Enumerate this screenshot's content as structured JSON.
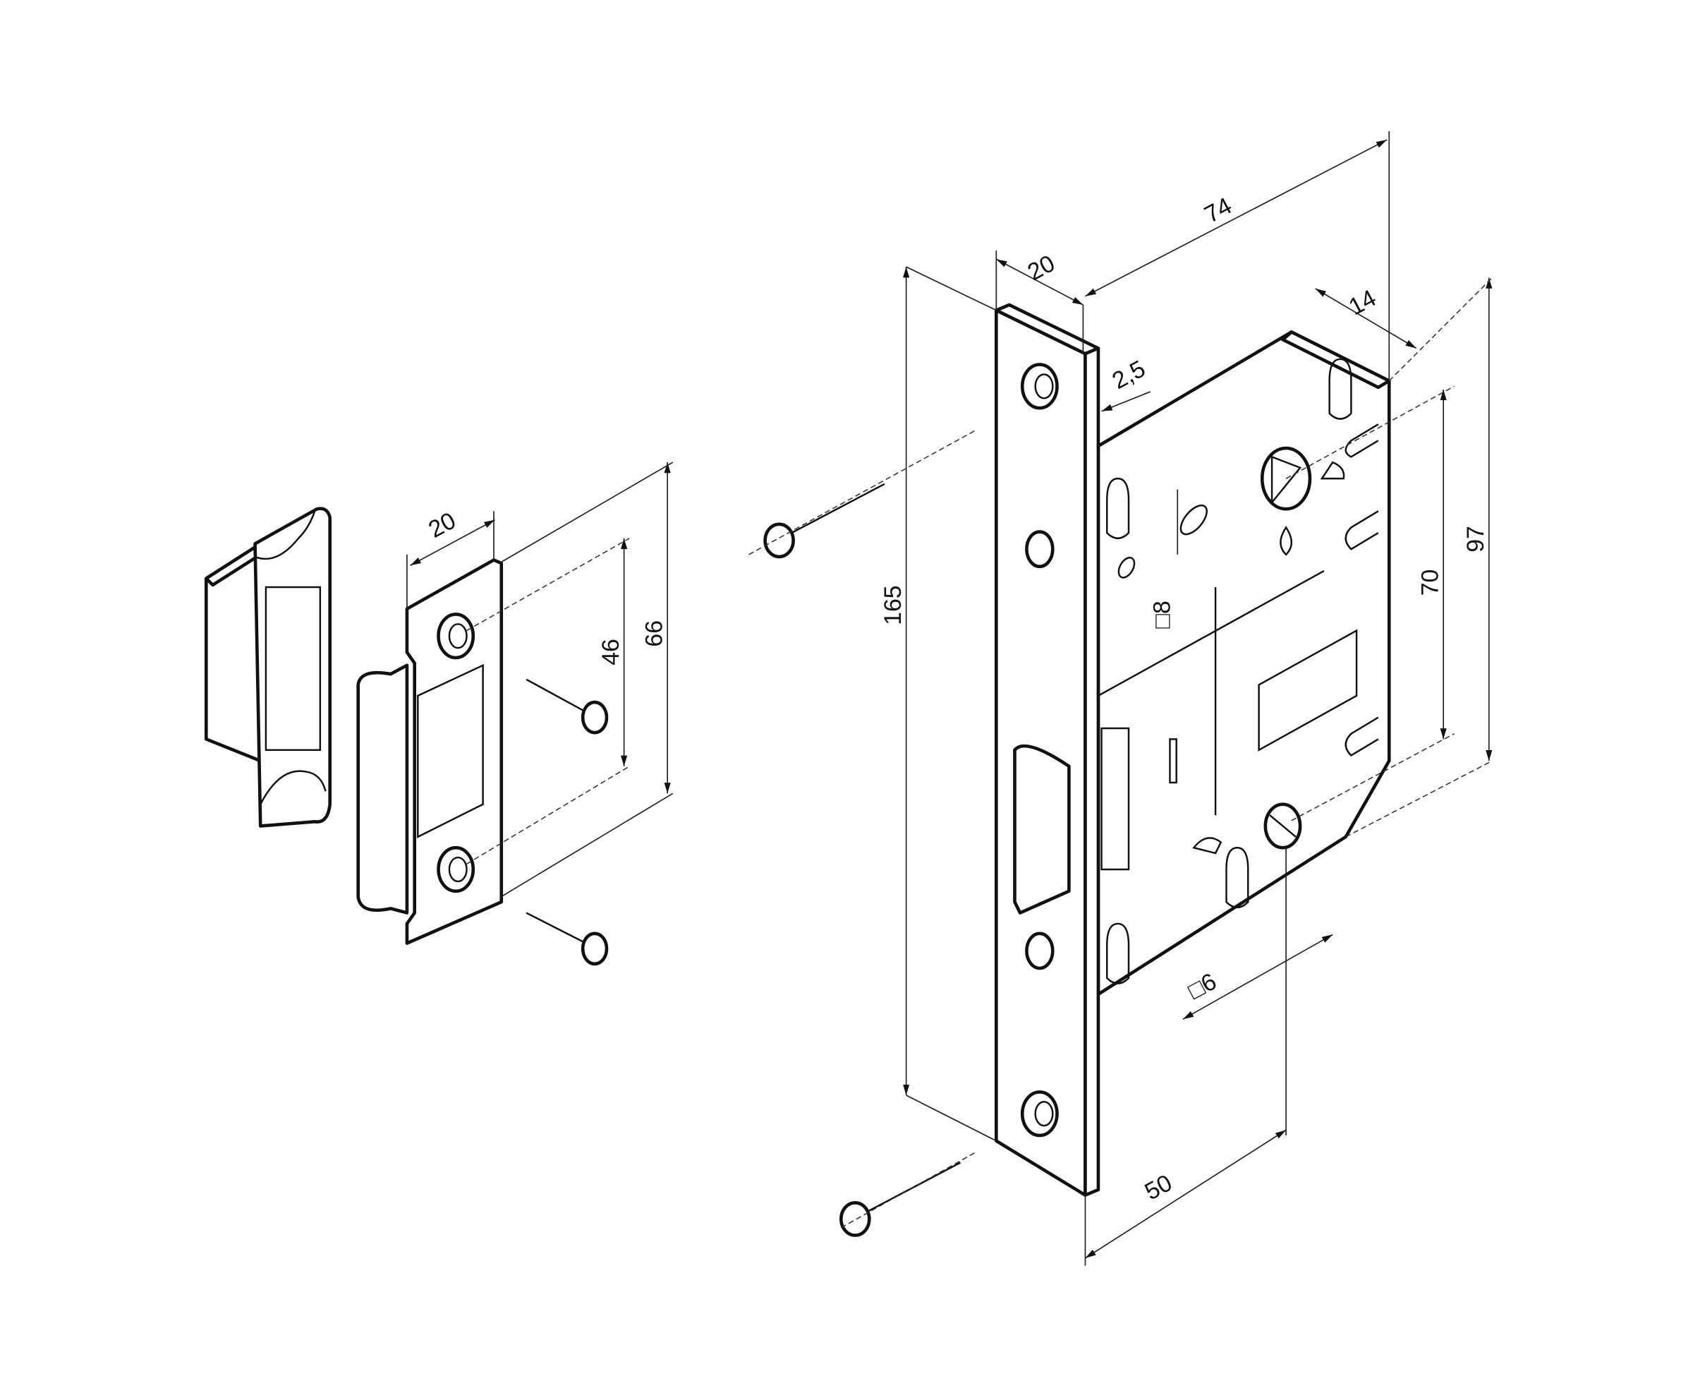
{
  "title": "Mortise latch with strike plate – dimensional drawing",
  "strike": {
    "width": "20",
    "hole_spacing": "46",
    "height": "66"
  },
  "lock": {
    "faceplate_width": "20",
    "body_depth": "74",
    "edge_offset": "14",
    "plate_thickness": "2,5",
    "faceplate_height": "165",
    "spindle_square": "□8",
    "center_distance": "70",
    "body_height": "97",
    "lower_square": "□6",
    "backset": "50"
  },
  "colors": {
    "line": "#111111",
    "background": "#ffffff"
  }
}
